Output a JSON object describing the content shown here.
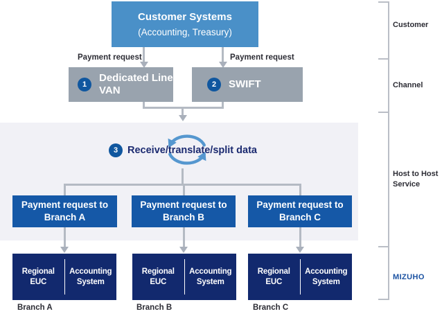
{
  "customer_box": {
    "title": "Customer Systems",
    "subtitle": "(Accounting, Treasury)"
  },
  "flow_labels": {
    "payment_request_left": "Payment request",
    "payment_request_right": "Payment request"
  },
  "channels": [
    {
      "num": "1",
      "line1": "Dedicated Line",
      "line2": "VAN"
    },
    {
      "num": "2",
      "line1": "SWIFT",
      "line2": ""
    }
  ],
  "process": {
    "num": "3",
    "label": "Receive/translate/split data"
  },
  "branch_requests": [
    {
      "line1": "Payment request to",
      "line2": "Branch A"
    },
    {
      "line1": "Payment request to",
      "line2": "Branch B"
    },
    {
      "line1": "Payment request to",
      "line2": "Branch C"
    }
  ],
  "branch_systems": [
    {
      "left": "Regional EUC",
      "right": "Accounting System",
      "caption": "Branch A"
    },
    {
      "left": "Regional EUC",
      "right": "Accounting System",
      "caption": "Branch B"
    },
    {
      "left": "Regional EUC",
      "right": "Accounting System",
      "caption": "Branch C"
    }
  ],
  "rail": {
    "customer": "Customer",
    "channel": "Channel",
    "host_to_host": "Host to Host Service",
    "mizuho": "MIZUHO"
  },
  "colors": {
    "customer_box": "#4a90c8",
    "channel_box": "#99a3ae",
    "step_badge": "#10579f",
    "request_box": "#1558a7",
    "system_box": "#12296e",
    "band_background": "#f1f1f6",
    "connector_gray": "#b4bac3",
    "cycle_icon_blue": "#5597cf",
    "process_text": "#1b2a70",
    "mizuho_text": "#1b52a2"
  }
}
